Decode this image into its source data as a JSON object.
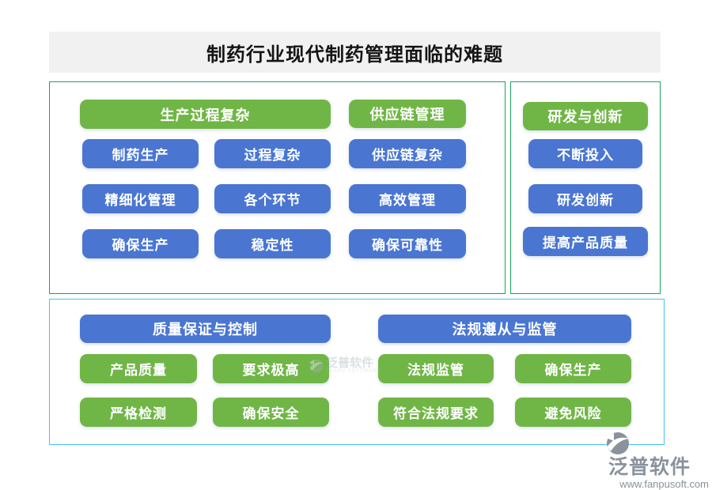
{
  "title": "制药行业现代制药管理面临的难题",
  "colors": {
    "node_green": "#70b646",
    "node_blue": "#4a76d2",
    "panel_border_green": "#16a45f",
    "panel_border_cyan": "#45c2ef",
    "title_bg": "#f1f1f1",
    "logo_gray": "#8a929d"
  },
  "production_panel": {
    "header_main": "生产过程复杂",
    "header_supply": "供应链管理",
    "col_a": [
      "制药生产",
      "精细化管理",
      "确保生产"
    ],
    "col_b": [
      "过程复杂",
      "各个环节",
      "稳定性"
    ],
    "col_c": [
      "供应链复杂",
      "高效管理",
      "确保可靠性"
    ]
  },
  "rd_panel": {
    "header": "研发与创新",
    "items": [
      "不断投入",
      "研发创新",
      "提高产品质量"
    ]
  },
  "quality_group": {
    "header": "质量保证与控制",
    "items": [
      "产品质量",
      "要求极高",
      "严格检测",
      "确保安全"
    ]
  },
  "regulation_group": {
    "header": "法规遵从与监管",
    "items": [
      "法规监管",
      "确保生产",
      "符合法规要求",
      "避免风险"
    ]
  },
  "watermark": {
    "text": "泛普软件",
    "subtext": "FANPU SOFTWARE"
  },
  "brand": {
    "name": "泛普软件",
    "url": "www.fanpusoft.com"
  }
}
